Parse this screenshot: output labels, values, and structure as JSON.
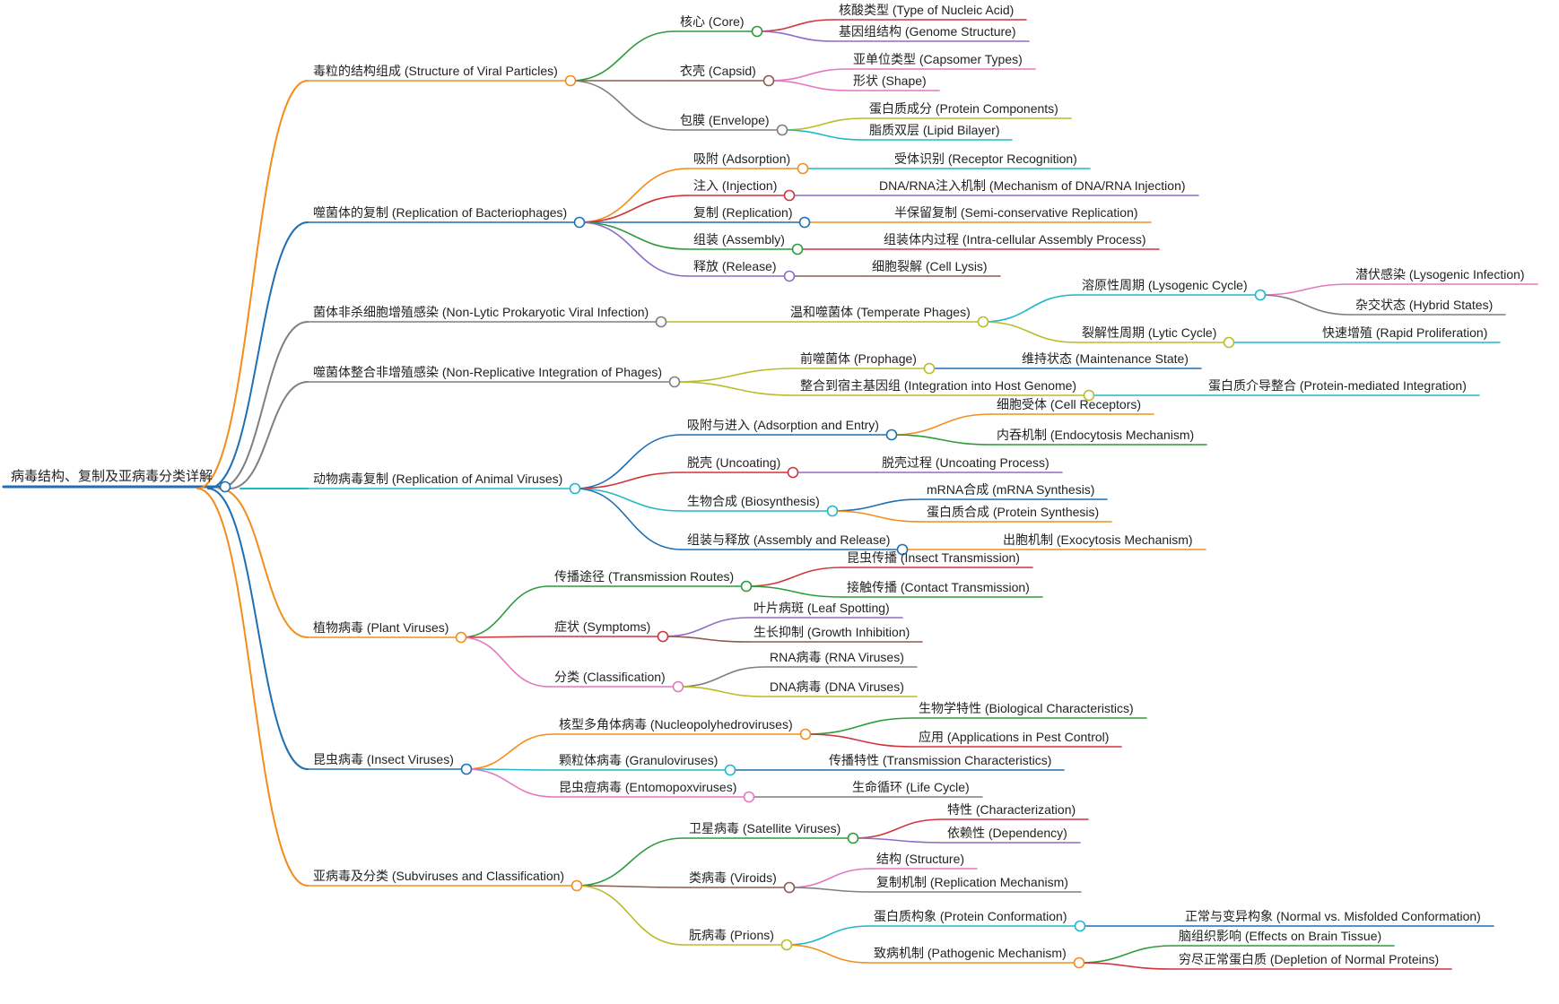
{
  "colors": {
    "orange": "#f28e1c",
    "blue": "#1f6fb2",
    "green": "#2e9b3c",
    "red": "#d1343a",
    "purple": "#8e6cc8",
    "brown": "#8c5a4e",
    "pink": "#e377c2",
    "gray": "#7f7f7f",
    "olive": "#b8bd2a",
    "cyan": "#1fb8c9"
  },
  "root": {
    "label": "病毒结构、复制及亚病毒分类详解",
    "color": "blue",
    "children": [
      {
        "label": "毒粒的结构组成 (Structure of Viral Particles)",
        "color": "orange",
        "children": [
          {
            "label": "核心 (Core)",
            "color": "green",
            "children": [
              {
                "label": "核酸类型 (Type of Nucleic Acid)",
                "color": "red"
              },
              {
                "label": "基因组结构 (Genome Structure)",
                "color": "purple"
              }
            ]
          },
          {
            "label": "衣壳 (Capsid)",
            "color": "brown",
            "children": [
              {
                "label": "亚单位类型 (Capsomer Types)",
                "color": "pink"
              },
              {
                "label": "形状 (Shape)",
                "color": "pink"
              }
            ]
          },
          {
            "label": "包膜 (Envelope)",
            "color": "gray",
            "children": [
              {
                "label": "蛋白质成分 (Protein Components)",
                "color": "olive"
              },
              {
                "label": "脂质双层 (Lipid Bilayer)",
                "color": "cyan"
              }
            ]
          }
        ]
      },
      {
        "label": "噬菌体的复制 (Replication of Bacteriophages)",
        "color": "blue",
        "children": [
          {
            "label": "吸附 (Adsorption)",
            "color": "orange",
            "children": [
              {
                "label": "受体识别 (Receptor Recognition)",
                "color": "cyan"
              }
            ]
          },
          {
            "label": "注入 (Injection)",
            "color": "red",
            "children": [
              {
                "label": "DNA/RNA注入机制 (Mechanism of DNA/RNA Injection)",
                "color": "purple"
              }
            ]
          },
          {
            "label": "复制 (Replication)",
            "color": "blue",
            "children": [
              {
                "label": "半保留复制 (Semi-conservative Replication)",
                "color": "orange"
              }
            ]
          },
          {
            "label": "组装 (Assembly)",
            "color": "green",
            "children": [
              {
                "label": "组装体内过程 (Intra-cellular Assembly Process)",
                "color": "red"
              }
            ]
          },
          {
            "label": "释放 (Release)",
            "color": "purple",
            "children": [
              {
                "label": "细胞裂解 (Cell Lysis)",
                "color": "brown"
              }
            ]
          }
        ]
      },
      {
        "label": "菌体非杀细胞增殖感染 (Non-Lytic Prokaryotic Viral Infection)",
        "color": "gray",
        "children": [
          {
            "label": "温和噬菌体 (Temperate Phages)",
            "color": "olive",
            "children": [
              {
                "label": "溶原性周期 (Lysogenic Cycle)",
                "color": "cyan",
                "children": [
                  {
                    "label": "潜伏感染 (Lysogenic Infection)",
                    "color": "pink"
                  },
                  {
                    "label": "杂交状态 (Hybrid States)",
                    "color": "gray"
                  }
                ]
              },
              {
                "label": "裂解性周期 (Lytic Cycle)",
                "color": "olive",
                "children": [
                  {
                    "label": "快速增殖 (Rapid Proliferation)",
                    "color": "cyan"
                  }
                ]
              }
            ]
          }
        ]
      },
      {
        "label": "噬菌体整合非增殖感染 (Non-Replicative Integration of Phages)",
        "color": "gray",
        "children": [
          {
            "label": "前噬菌体 (Prophage)",
            "color": "olive",
            "children": [
              {
                "label": "维持状态 (Maintenance State)",
                "color": "blue"
              }
            ]
          },
          {
            "label": "整合到宿主基因组 (Integration into Host Genome)",
            "color": "olive",
            "children": [
              {
                "label": "蛋白质介导整合 (Protein-mediated Integration)",
                "color": "cyan"
              }
            ]
          }
        ]
      },
      {
        "label": "动物病毒复制 (Replication of Animal Viruses)",
        "color": "cyan",
        "children": [
          {
            "label": "吸附与进入 (Adsorption and Entry)",
            "color": "blue",
            "children": [
              {
                "label": "细胞受体 (Cell Receptors)",
                "color": "orange"
              },
              {
                "label": "内吞机制 (Endocytosis Mechanism)",
                "color": "green"
              }
            ]
          },
          {
            "label": "脱壳 (Uncoating)",
            "color": "red",
            "children": [
              {
                "label": "脱壳过程 (Uncoating Process)",
                "color": "purple"
              }
            ]
          },
          {
            "label": "生物合成 (Biosynthesis)",
            "color": "cyan",
            "children": [
              {
                "label": "mRNA合成 (mRNA Synthesis)",
                "color": "blue"
              },
              {
                "label": "蛋白质合成 (Protein Synthesis)",
                "color": "orange"
              }
            ]
          },
          {
            "label": "组装与释放 (Assembly and Release)",
            "color": "blue",
            "children": [
              {
                "label": "出胞机制 (Exocytosis Mechanism)",
                "color": "orange"
              }
            ]
          }
        ]
      },
      {
        "label": "植物病毒 (Plant Viruses)",
        "color": "orange",
        "children": [
          {
            "label": "传播途径 (Transmission Routes)",
            "color": "green",
            "children": [
              {
                "label": "昆虫传播 (Insect Transmission)",
                "color": "red"
              },
              {
                "label": "接触传播 (Contact Transmission)",
                "color": "green"
              }
            ]
          },
          {
            "label": "症状 (Symptoms)",
            "color": "red",
            "children": [
              {
                "label": "叶片病斑 (Leaf Spotting)",
                "color": "purple"
              },
              {
                "label": "生长抑制 (Growth Inhibition)",
                "color": "brown"
              }
            ]
          },
          {
            "label": "分类 (Classification)",
            "color": "pink",
            "children": [
              {
                "label": "RNA病毒 (RNA Viruses)",
                "color": "gray"
              },
              {
                "label": "DNA病毒 (DNA Viruses)",
                "color": "olive"
              }
            ]
          }
        ]
      },
      {
        "label": "昆虫病毒 (Insect Viruses)",
        "color": "blue",
        "children": [
          {
            "label": "核型多角体病毒 (Nucleopolyhedroviruses)",
            "color": "orange",
            "children": [
              {
                "label": "生物学特性 (Biological Characteristics)",
                "color": "green"
              },
              {
                "label": "应用 (Applications in Pest Control)",
                "color": "red"
              }
            ]
          },
          {
            "label": "颗粒体病毒 (Granuloviruses)",
            "color": "cyan",
            "children": [
              {
                "label": "传播特性 (Transmission Characteristics)",
                "color": "blue"
              }
            ]
          },
          {
            "label": "昆虫痘病毒 (Entomopoxviruses)",
            "color": "pink",
            "children": [
              {
                "label": "生命循环 (Life Cycle)",
                "color": "gray"
              }
            ]
          }
        ]
      },
      {
        "label": "亚病毒及分类 (Subviruses and Classification)",
        "color": "orange",
        "children": [
          {
            "label": "卫星病毒 (Satellite Viruses)",
            "color": "green",
            "children": [
              {
                "label": "特性 (Characterization)",
                "color": "red"
              },
              {
                "label": "依赖性 (Dependency)",
                "color": "purple"
              }
            ]
          },
          {
            "label": "类病毒 (Viroids)",
            "color": "brown",
            "children": [
              {
                "label": "结构 (Structure)",
                "color": "pink"
              },
              {
                "label": "复制机制 (Replication Mechanism)",
                "color": "gray"
              }
            ]
          },
          {
            "label": "朊病毒 (Prions)",
            "color": "olive",
            "children": [
              {
                "label": "蛋白质构象 (Protein Conformation)",
                "color": "cyan",
                "children": [
                  {
                    "label": "正常与变异构象 (Normal vs. Misfolded Conformation)",
                    "color": "blue"
                  }
                ]
              },
              {
                "label": "致病机制 (Pathogenic Mechanism)",
                "color": "orange",
                "children": [
                  {
                    "label": "脑组织影响 (Effects on Brain Tissue)",
                    "color": "green"
                  },
                  {
                    "label": "穷尽正常蛋白质 (Depletion of Normal Proteins)",
                    "color": "red"
                  }
                ]
              }
            ]
          }
        ]
      }
    ]
  }
}
